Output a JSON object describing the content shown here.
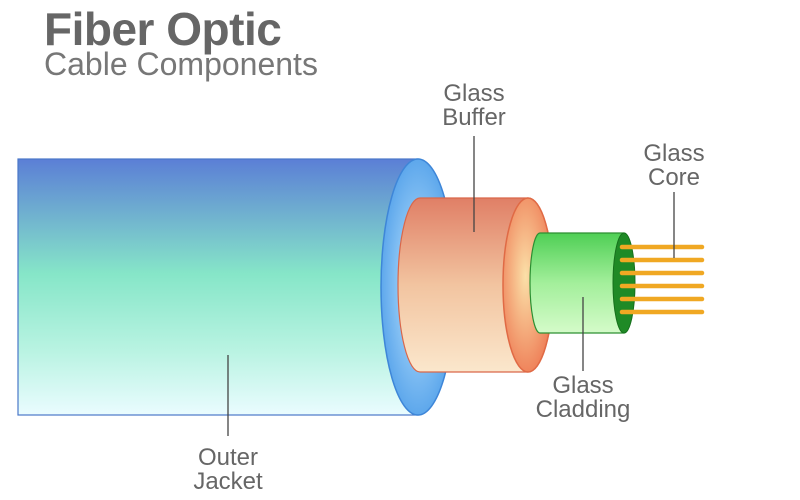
{
  "title": "Fiber Optic",
  "subtitle": "Cable Components",
  "components": {
    "outer_jacket": {
      "line1": "Outer",
      "line2": "Jacket"
    },
    "glass_buffer": {
      "line1": "Glass",
      "line2": "Buffer"
    },
    "glass_cladding": {
      "line1": "Glass",
      "line2": "Cladding"
    },
    "glass_core": {
      "line1": "Glass",
      "line2": "Core"
    }
  },
  "colors": {
    "jacket_top": "#5b7fd6",
    "jacket_mid": "#86e6c8",
    "jacket_bottom": "#eafcff",
    "jacket_end": "#5aa7ea",
    "buffer_body": "#e8967d",
    "buffer_end": "#f7cf8a",
    "cladding_body": "#8ce58a",
    "cladding_end": "#1f8a26",
    "core_fibers": "#f0a823",
    "title": "#666666"
  }
}
